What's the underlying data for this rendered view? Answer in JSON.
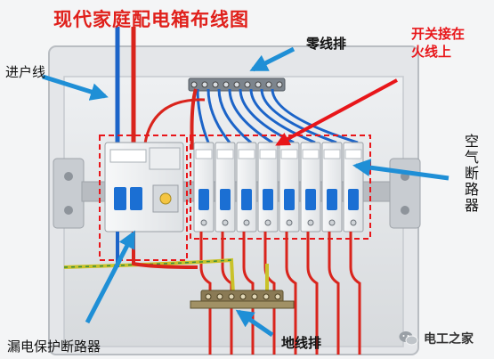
{
  "title": "现代家庭配电箱布线图",
  "labels": {
    "neutral_bar": "零线排",
    "incoming_line": "进户线",
    "switch_note": "开关接在火线上",
    "air_breaker": "空气断路器",
    "leakage_breaker": "漏电保护断路器",
    "ground_bar": "地线排"
  },
  "brand": {
    "name": "电工之家",
    "icon": "wechat-icon"
  },
  "colors": {
    "title": "#e0201b",
    "annotation_red": "#e8161a",
    "arrow_blue": "#1f8fd6",
    "live_wire": "#d9241c",
    "neutral_wire": "#1c64c8",
    "ground_wire": "#c9c22a",
    "breaker_blue": "#1b6fd3"
  },
  "breaker_count": 8
}
